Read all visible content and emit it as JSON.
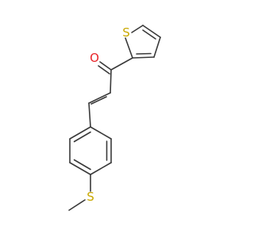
{
  "molecule": {
    "atoms": [
      {
        "id": "O1",
        "symbol": "O",
        "color": "#e8262a"
      },
      {
        "id": "S1",
        "symbol": "S",
        "color": "#c9a800"
      },
      {
        "id": "S2",
        "symbol": "S",
        "color": "#c9a800"
      }
    ],
    "bond_color": "#3a3a3a"
  }
}
